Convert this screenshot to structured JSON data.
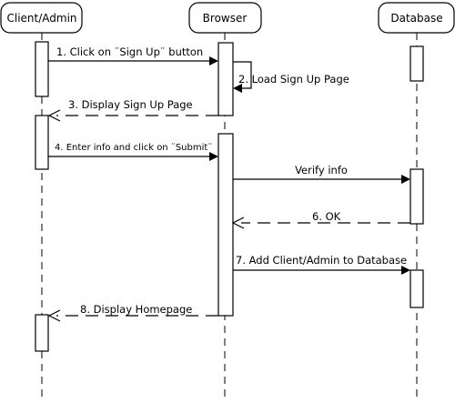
{
  "participants": {
    "client": "Client/Admin",
    "browser": "Browser",
    "database": "Database"
  },
  "messages": {
    "m1": "1. Click on ¨Sign Up¨ button",
    "m2": "2. Load Sign Up Page",
    "m3": "3. Display Sign Up Page",
    "m4": "4. Enter info and click on ¨Submit¨",
    "m5": "Verify info",
    "m6": "6. OK",
    "m7": "7. Add Client/Admin to Database",
    "m8": "8. Display Homepage"
  }
}
